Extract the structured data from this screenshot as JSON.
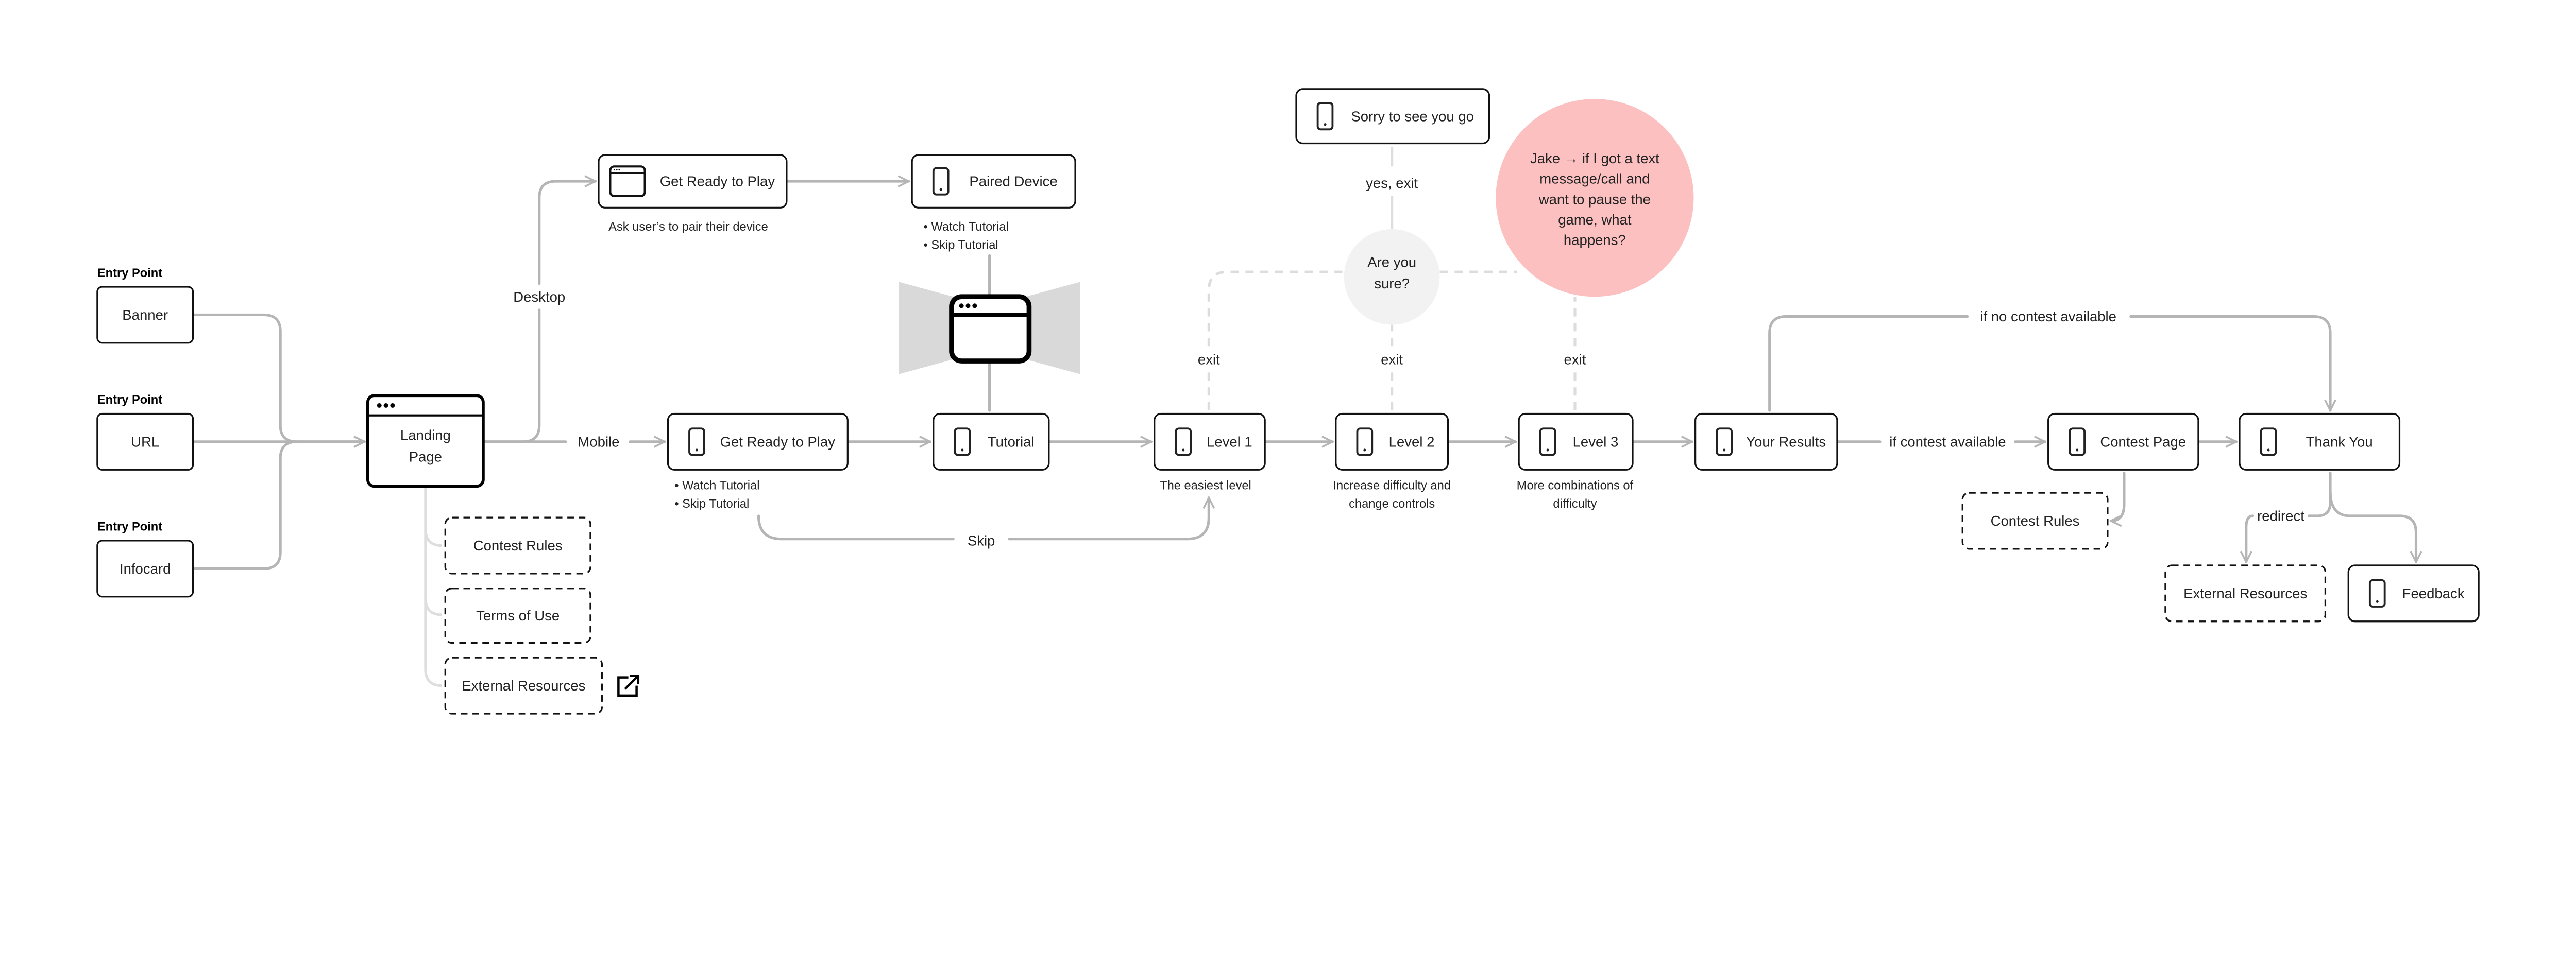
{
  "entry_points": [
    {
      "heading": "Entry Point",
      "label": "Banner"
    },
    {
      "heading": "Entry Point",
      "label": "URL"
    },
    {
      "heading": "Entry Point",
      "label": "Infocard"
    }
  ],
  "nodes": {
    "landing": [
      "Landing",
      "Page"
    ],
    "ready_desktop": "Get Ready to Play",
    "paired": "Paired Device",
    "ready_mobile": "Get Ready to Play",
    "tutorial": "Tutorial",
    "level1": "Level 1",
    "level2": "Level 2",
    "level3": "Level 3",
    "results": "Your Results",
    "contest_page": "Contest Page",
    "thank_you": "Thank You",
    "contest_rules_right": "Contest Rules",
    "external_right": "External Resources",
    "feedback": "Feedback",
    "sorry": "Sorry to see you go",
    "contest_rules_left": "Contest Rules",
    "terms": "Terms of Use",
    "external_left": "External Resources"
  },
  "decision": [
    "Are you",
    "sure?"
  ],
  "note": {
    "lines": [
      "Jake → if I got a text",
      "message/call and",
      "want to pause the",
      "game, what",
      "happens?"
    ],
    "color": "#fcc0c0"
  },
  "captions": {
    "ready_desktop": [
      "Ask user’s to pair their device"
    ],
    "paired": [
      "• Watch Tutorial",
      "• Skip Tutorial"
    ],
    "ready_mobile": [
      "• Watch Tutorial",
      "• Skip Tutorial"
    ],
    "level1": [
      "The easiest level"
    ],
    "level2": [
      "Increase difficulty and",
      "change controls"
    ],
    "level3": [
      "More combinations of",
      "difficulty"
    ]
  },
  "edge_labels": {
    "desktop": "Desktop",
    "mobile": "Mobile",
    "skip": "Skip",
    "exit1": "exit",
    "exit2": "exit",
    "exit3": "exit",
    "yes_exit": "yes, exit",
    "no_contest": "if no contest available",
    "contest_available": "if contest available",
    "redirect": "redirect"
  },
  "colors": {
    "line": "#b5b5b5",
    "dashed_line": "#dcdcdc",
    "decision": "#f2f2f2",
    "note": "#fcc0c0",
    "bowtie": "#d9d9d9"
  }
}
